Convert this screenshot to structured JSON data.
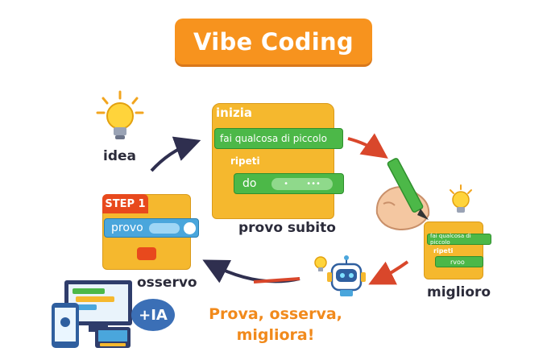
{
  "title": "Vibe Coding",
  "steps": {
    "idea": "idea",
    "provo_subito": "provo subito",
    "migliorio": "miglioro",
    "osservo": "osservo"
  },
  "main_block": {
    "hat": "inizia",
    "action": "fai qualcosa di piccolo",
    "loop": "ripeti",
    "do": "do",
    "do_dots": "•       •••"
  },
  "step_block": {
    "header": "STEP 1",
    "action": "provo"
  },
  "improve_block": {
    "action": "fai qualcosa di piccolo",
    "loop": "ripeti",
    "do": "rvoo"
  },
  "badge": "+IA",
  "tagline": [
    "Prova, osserva,",
    "migliora!"
  ],
  "colors": {
    "accent": "#f7931e",
    "block_yellow": "#f5b82e",
    "block_green": "#4cb848",
    "block_blue": "#4aa6dc",
    "arrow_dark": "#2f2f4f",
    "arrow_red": "#d9472b"
  },
  "icons": [
    "lightbulb-icon",
    "pencil-hand-icon",
    "robot-icon",
    "devices-icon"
  ]
}
